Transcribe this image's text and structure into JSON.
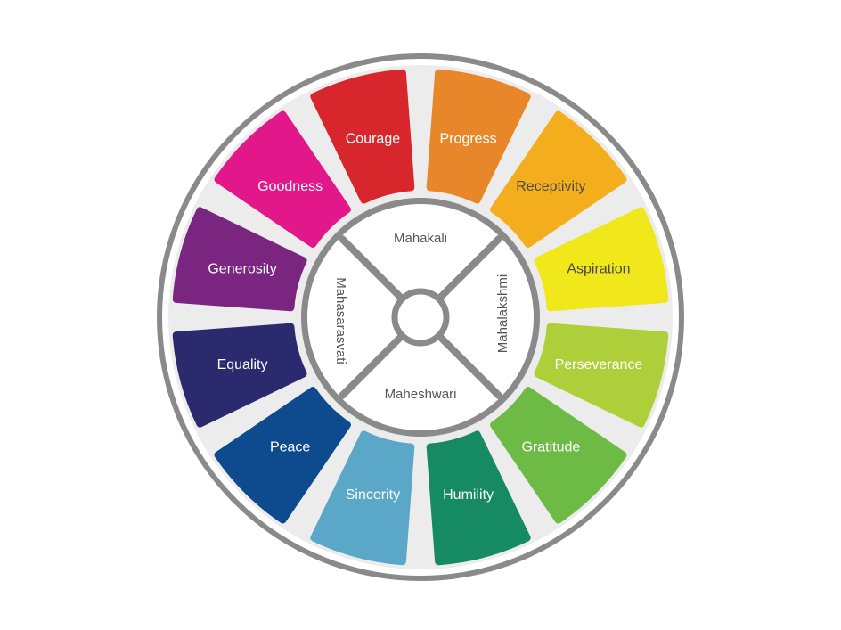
{
  "wheel": {
    "qualities": [
      {
        "label": "Courage",
        "color": "#d7262c",
        "text_color": "#ffffff"
      },
      {
        "label": "Progress",
        "color": "#e8862a",
        "text_color": "#ffffff"
      },
      {
        "label": "Receptivity",
        "color": "#f4ae1d",
        "text_color": "#4a4a4a"
      },
      {
        "label": "Aspiration",
        "color": "#f1e81c",
        "text_color": "#4a4a4a"
      },
      {
        "label": "Perseverance",
        "color": "#aecf3a",
        "text_color": "#ffffff"
      },
      {
        "label": "Gratitude",
        "color": "#6dba45",
        "text_color": "#ffffff"
      },
      {
        "label": "Humility",
        "color": "#168a63",
        "text_color": "#ffffff"
      },
      {
        "label": "Sincerity",
        "color": "#5ba7c8",
        "text_color": "#ffffff"
      },
      {
        "label": "Peace",
        "color": "#0d4a8e",
        "text_color": "#ffffff"
      },
      {
        "label": "Equality",
        "color": "#2b2a6e",
        "text_color": "#ffffff"
      },
      {
        "label": "Generosity",
        "color": "#7a2580",
        "text_color": "#ffffff"
      },
      {
        "label": "Goodness",
        "color": "#e2178a",
        "text_color": "#ffffff"
      }
    ],
    "aspects": {
      "top": "Mahakali",
      "right": "Mahalakshmi",
      "bottom": "Maheshwari",
      "left": "Mahasarasvati"
    },
    "colors": {
      "outer_ring": "#8a8a8a",
      "plate": "#ececec",
      "hub_fill": "#ffffff",
      "hub_stroke": "#8a8a8a"
    }
  }
}
